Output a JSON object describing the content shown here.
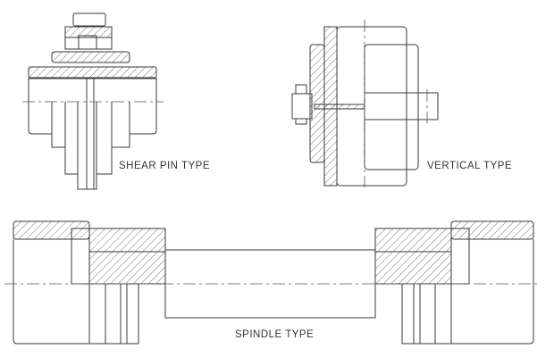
{
  "labels": {
    "shear_pin": "SHEAR PIN TYPE",
    "vertical": "VERTICAL TYPE",
    "spindle": "SPINDLE TYPE"
  },
  "colors": {
    "line": "#3a3a3a",
    "background": "#ffffff"
  }
}
